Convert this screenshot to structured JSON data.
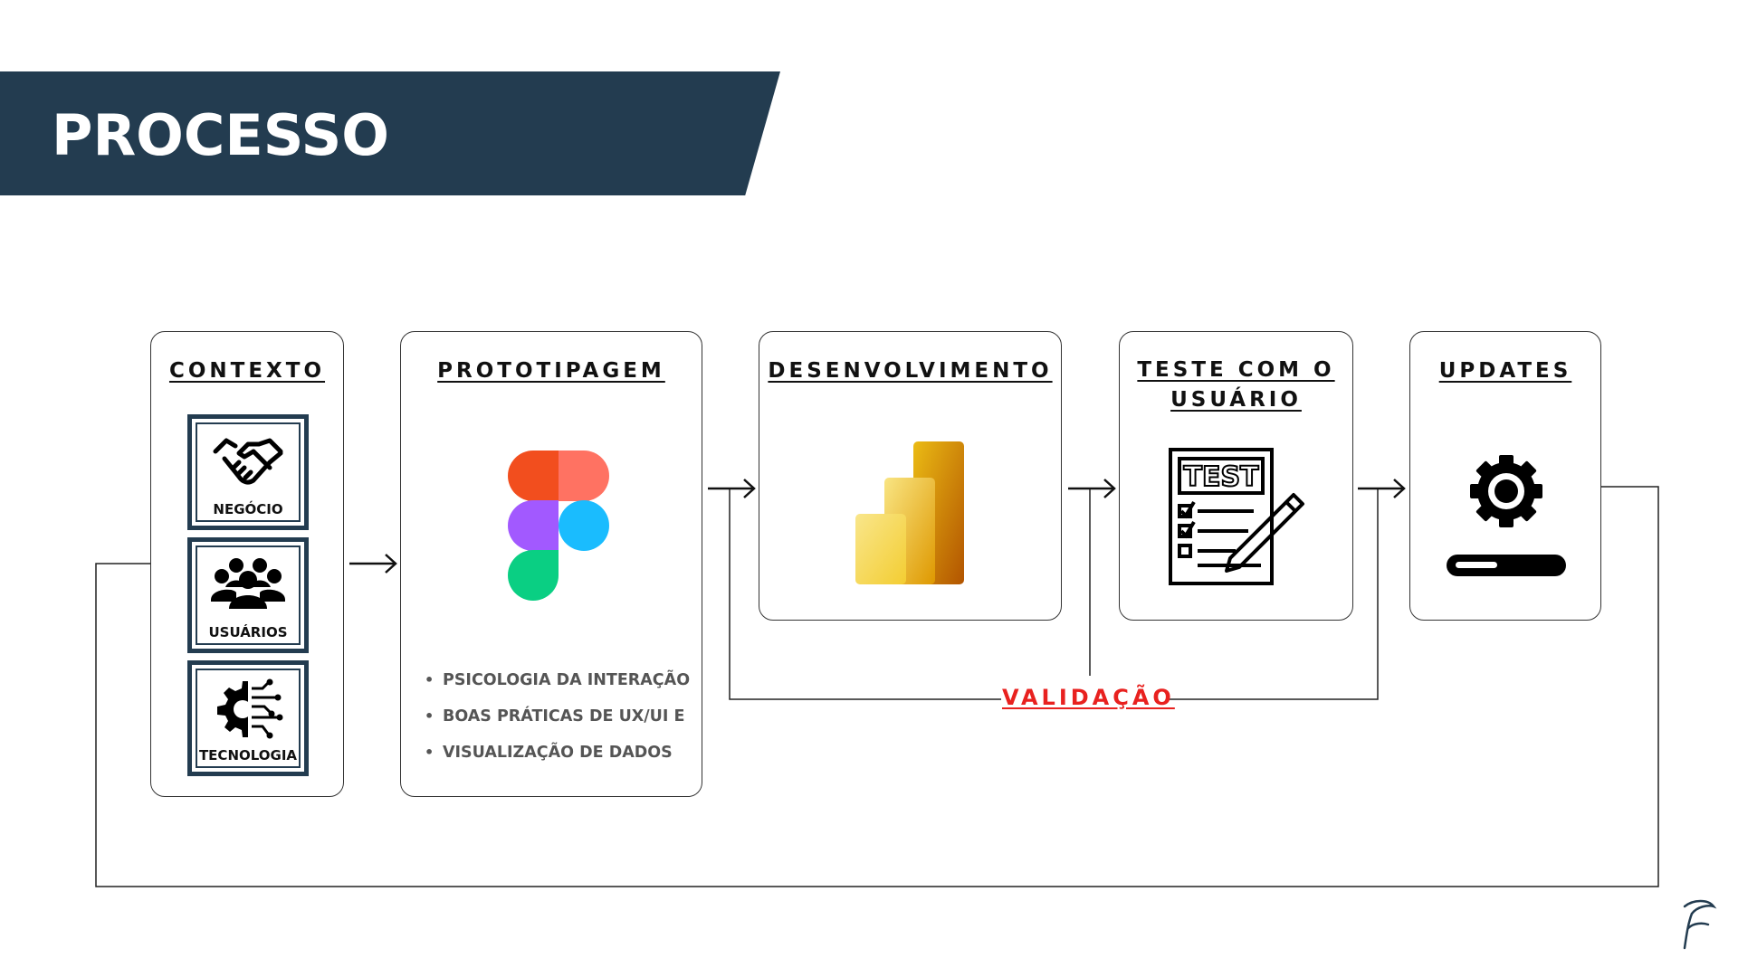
{
  "header": {
    "title": "PROCESSO"
  },
  "steps": {
    "contexto": {
      "title": "CONTEXTO",
      "items": [
        {
          "label": "NEGÓCIO",
          "icon": "handshake-icon"
        },
        {
          "label": "USUÁRIOS",
          "icon": "users-group-icon"
        },
        {
          "label": "TECNOLOGIA",
          "icon": "tech-gear-circuit-icon"
        }
      ]
    },
    "prototipagem": {
      "title": "PROTOTIPAGEM",
      "icon": "figma-logo-icon",
      "bullets": [
        "PSICOLOGIA DA INTERAÇÃO",
        "BOAS PRÁTICAS DE UX/UI E",
        "VISUALIZAÇÃO DE DADOS"
      ]
    },
    "desenvolvimento": {
      "title": "DESENVOLVIMENTO",
      "icon": "power-bi-logo-icon"
    },
    "teste": {
      "title_line1": "TESTE COM O",
      "title_line2": "USUÁRIO",
      "icon": "test-checklist-icon"
    },
    "updates": {
      "title": "UPDATES",
      "icon": "gear-progress-icon"
    }
  },
  "validation_label": "VALIDAÇÃO",
  "colors": {
    "banner": "#233c50",
    "validation": "#e8211f",
    "box_border": "#233c50"
  }
}
